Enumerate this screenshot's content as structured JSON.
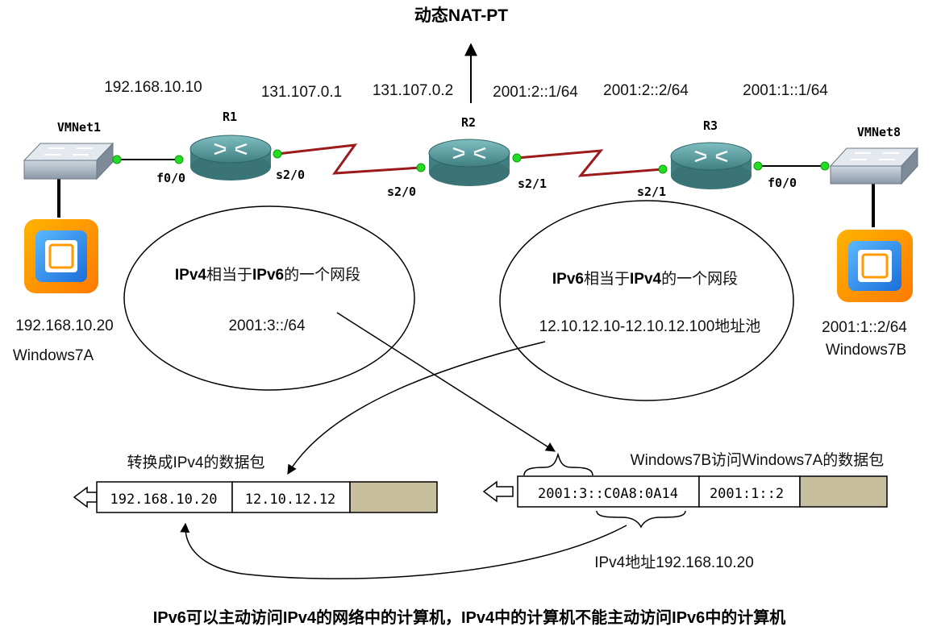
{
  "title": "动态NAT-PT",
  "addresses": {
    "r1_lan": "192.168.10.10",
    "r1_s20": "131.107.0.1",
    "r2_s20": "131.107.0.2",
    "r2_s21": "2001:2::1/64",
    "r3_s21": "2001:2::2/64",
    "r3_lan": "2001:1::1/64"
  },
  "devices": {
    "switch_left": "VMNet1",
    "switch_right": "VMNet8",
    "r1": "R1",
    "r2": "R2",
    "r3": "R3"
  },
  "interfaces": {
    "r1_f00": "f0/0",
    "r1_s20": "s2/0",
    "r2_s20": "s2/0",
    "r2_s21": "s2/1",
    "r3_s21": "s2/1",
    "r3_f00": "f0/0"
  },
  "hosts": {
    "left_ip": "192.168.10.20",
    "left_name": "Windows7A",
    "right_ip": "2001:1::2/64",
    "right_name": "Windows7B"
  },
  "ellipse_left": {
    "title_a": "IPv4",
    "title_b": "相当于",
    "title_c": "IPv6",
    "title_d": "的一个网段",
    "prefix": "2001:3::/64"
  },
  "ellipse_right": {
    "title_a": "IPv6",
    "title_b": "相当于",
    "title_c": "IPv4",
    "title_d": "的一个网段",
    "pool": "12.10.12.10-12.10.12.100地址池"
  },
  "packets": {
    "converted_label": "转换成IPv4的数据包",
    "converted_dst": "192.168.10.20",
    "converted_src": "12.10.12.12",
    "original_label": "Windows7B访问Windows7A的数据包",
    "original_dst": "2001:3::C0A8:0A14",
    "original_src": "2001:1::2",
    "ipv4_note": "IPv4地址192.168.10.20"
  },
  "footer": {
    "p1": "IPv6",
    "p2": "可以主动访问",
    "p3": "IPv4",
    "p4": "的网络中的计算机，",
    "p5": "IPv4",
    "p6": "中的计算机不能主动访问",
    "p7": "IPv6",
    "p8": "中的计算机"
  },
  "colors": {
    "router_fill": "#5f9ea0",
    "serial_link": "#9b1b1b",
    "port_dot": "#22dd22",
    "payload_fill": "#c8bf9f"
  }
}
